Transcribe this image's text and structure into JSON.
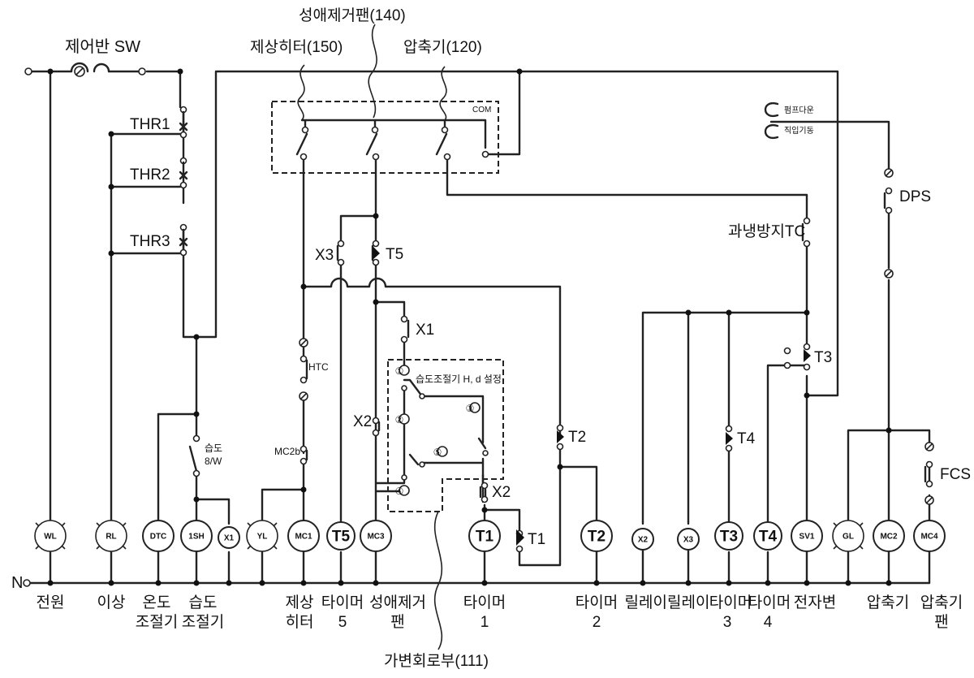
{
  "titles": {
    "control_panel_sw": "제어반 SW",
    "defrost_heater": "제상히터(150)",
    "frost_fan": "성애제거팬(140)",
    "compressor": "압축기(120)",
    "variable_circuit": "가변회로부(111)",
    "com": "COM",
    "neutral": "N"
  },
  "contacts": {
    "thr1": "THR1",
    "thr2": "THR2",
    "thr3": "THR3",
    "x3": "X3",
    "t5": "T5",
    "x1": "X1",
    "x2a": "X2",
    "x2b": "X2",
    "t1": "T1",
    "t2": "T2",
    "t3": "T3",
    "t4": "T4",
    "htc": "HTC",
    "mc2b": "MC2b",
    "humid_sw_1": "습도",
    "humid_sw_2": "8/W",
    "overcool_tc": "과냉방지TC",
    "dps": "DPS",
    "fcs": "FCS",
    "pump_down": "펌프다운",
    "direct_start": "직입기동",
    "humidistat": "습도조절기 H, d 설정",
    "n1": "①",
    "n2": "②",
    "n3": "③",
    "n4": "④",
    "n5": "⑤"
  },
  "loads": {
    "wl": "WL",
    "rl": "RL",
    "dtc": "DTC",
    "sh1": "1SH",
    "x1": "X1",
    "yl": "YL",
    "mc1": "MC1",
    "t5": "T5",
    "mc3": "MC3",
    "t1": "T1",
    "t2": "T2",
    "x2": "X2",
    "x3": "X3",
    "t3": "T3",
    "t4": "T4",
    "sv1": "SV1",
    "gl": "GL",
    "mc2": "MC2",
    "mc4": "MC4"
  },
  "bottom": {
    "power": "전원",
    "fault": "이상",
    "temp_1": "온도",
    "temp_2": "조절기",
    "humid_1": "습도",
    "humid_2": "조절기",
    "defrost_1": "제상",
    "defrost_2": "히터",
    "timer5_1": "타이머",
    "timer5_2": "5",
    "fan_1": "성애제거",
    "fan_2": "팬",
    "timer1_1": "타이머",
    "timer1_2": "1",
    "timer2_1": "타이머",
    "timer2_2": "2",
    "relays": "릴레이릴레이",
    "timer3_1": "타이머",
    "timer3_2": "3",
    "timer4_1": "타이머",
    "timer4_2": "4",
    "solenoid": "전자변",
    "comp": "압축기",
    "compfan_1": "압축기",
    "compfan_2": "팬"
  }
}
